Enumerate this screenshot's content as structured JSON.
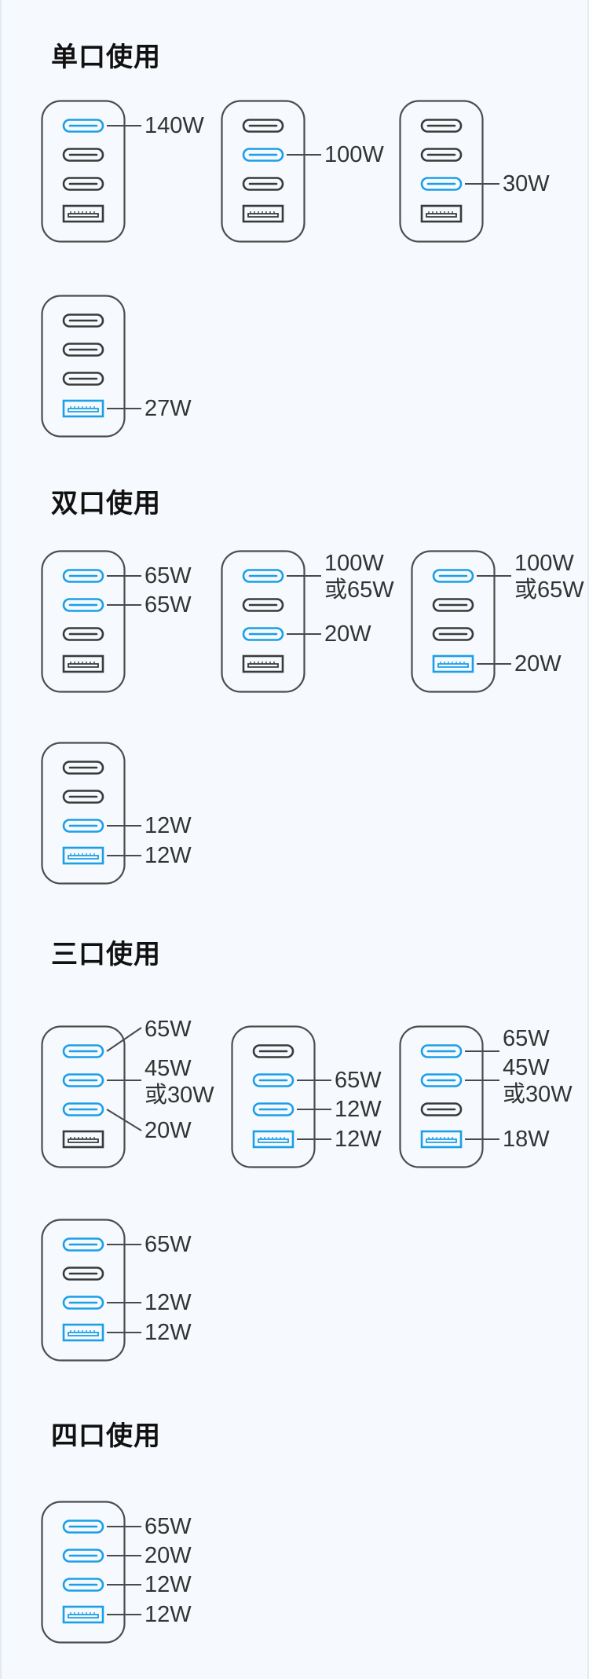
{
  "colors": {
    "active": "#1a9fe8",
    "inactive": "#3a3a3a",
    "line": "#4a4a4a",
    "background": "#f6f9fd"
  },
  "sections": [
    {
      "title": "单口使用",
      "diagrams": [
        {
          "ports": [
            "active",
            "inactive",
            "inactive",
            "inactive"
          ],
          "labels": [
            {
              "port": 0,
              "text": "140W"
            }
          ]
        },
        {
          "ports": [
            "inactive",
            "active",
            "inactive",
            "inactive"
          ],
          "labels": [
            {
              "port": 1,
              "text": "100W"
            }
          ]
        },
        {
          "ports": [
            "inactive",
            "inactive",
            "active",
            "inactive"
          ],
          "labels": [
            {
              "port": 2,
              "text": "30W"
            }
          ]
        },
        {
          "ports": [
            "inactive",
            "inactive",
            "inactive",
            "active"
          ],
          "labels": [
            {
              "port": 3,
              "text": "27W"
            }
          ]
        }
      ]
    },
    {
      "title": "双口使用",
      "diagrams": [
        {
          "ports": [
            "active",
            "active",
            "inactive",
            "inactive"
          ],
          "labels": [
            {
              "port": 0,
              "text": "65W"
            },
            {
              "port": 1,
              "text": "65W"
            }
          ]
        },
        {
          "ports": [
            "active",
            "inactive",
            "active",
            "inactive"
          ],
          "labels": [
            {
              "port": 0,
              "text": "100W",
              "alt": "或65W"
            },
            {
              "port": 2,
              "text": "20W"
            }
          ]
        },
        {
          "ports": [
            "active",
            "inactive",
            "inactive",
            "active"
          ],
          "labels": [
            {
              "port": 0,
              "text": "100W",
              "alt": "或65W"
            },
            {
              "port": 3,
              "text": "20W"
            }
          ]
        },
        {
          "ports": [
            "inactive",
            "inactive",
            "active",
            "active"
          ],
          "labels": [
            {
              "port": 2,
              "text": "12W"
            },
            {
              "port": 3,
              "text": "12W"
            }
          ]
        }
      ]
    },
    {
      "title": "三口使用",
      "diagrams": [
        {
          "ports": [
            "active",
            "active",
            "active",
            "inactive"
          ],
          "labels": [
            {
              "port": 0,
              "text": "65W"
            },
            {
              "port": 1,
              "text": "45W",
              "alt": "或30W"
            },
            {
              "port": 2,
              "text": "20W"
            }
          ]
        },
        {
          "ports": [
            "inactive",
            "active",
            "active",
            "active"
          ],
          "labels": [
            {
              "port": 1,
              "text": "65W"
            },
            {
              "port": 2,
              "text": "12W"
            },
            {
              "port": 3,
              "text": "12W"
            }
          ]
        },
        {
          "ports": [
            "active",
            "active",
            "inactive",
            "active"
          ],
          "labels": [
            {
              "port": 0,
              "text": "65W"
            },
            {
              "port": 1,
              "text": "45W",
              "alt": "或30W"
            },
            {
              "port": 3,
              "text": "18W"
            }
          ]
        },
        {
          "ports": [
            "active",
            "inactive",
            "active",
            "active"
          ],
          "labels": [
            {
              "port": 0,
              "text": "65W"
            },
            {
              "port": 2,
              "text": "12W"
            },
            {
              "port": 3,
              "text": "12W"
            }
          ]
        }
      ]
    },
    {
      "title": "四口使用",
      "diagrams": [
        {
          "ports": [
            "active",
            "active",
            "active",
            "active"
          ],
          "labels": [
            {
              "port": 0,
              "text": "65W"
            },
            {
              "port": 1,
              "text": "20W"
            },
            {
              "port": 2,
              "text": "12W"
            },
            {
              "port": 3,
              "text": "12W"
            }
          ]
        }
      ]
    }
  ]
}
